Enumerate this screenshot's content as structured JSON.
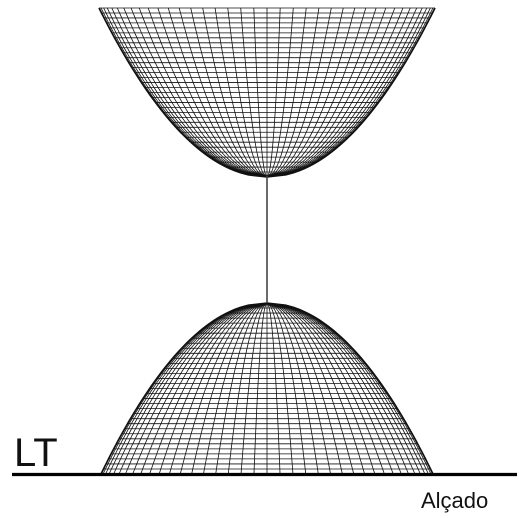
{
  "diagram": {
    "ground_line_label": "LT",
    "view_label": "Alçado",
    "colors": {
      "background": "#ffffff",
      "mesh": "#111111",
      "ground_line": "#000000",
      "axis": "#444444",
      "text": "#111111"
    },
    "elements": [
      {
        "name": "upper-nappe",
        "shape": "paraboloid opening upward (two-sheet hyperboloid, upper sheet)",
        "mesh": "wireframe"
      },
      {
        "name": "lower-nappe",
        "shape": "paraboloid opening downward (two-sheet hyperboloid, lower sheet)",
        "mesh": "wireframe"
      },
      {
        "name": "vertical-axis",
        "shape": "line joining the two vertices"
      }
    ]
  }
}
